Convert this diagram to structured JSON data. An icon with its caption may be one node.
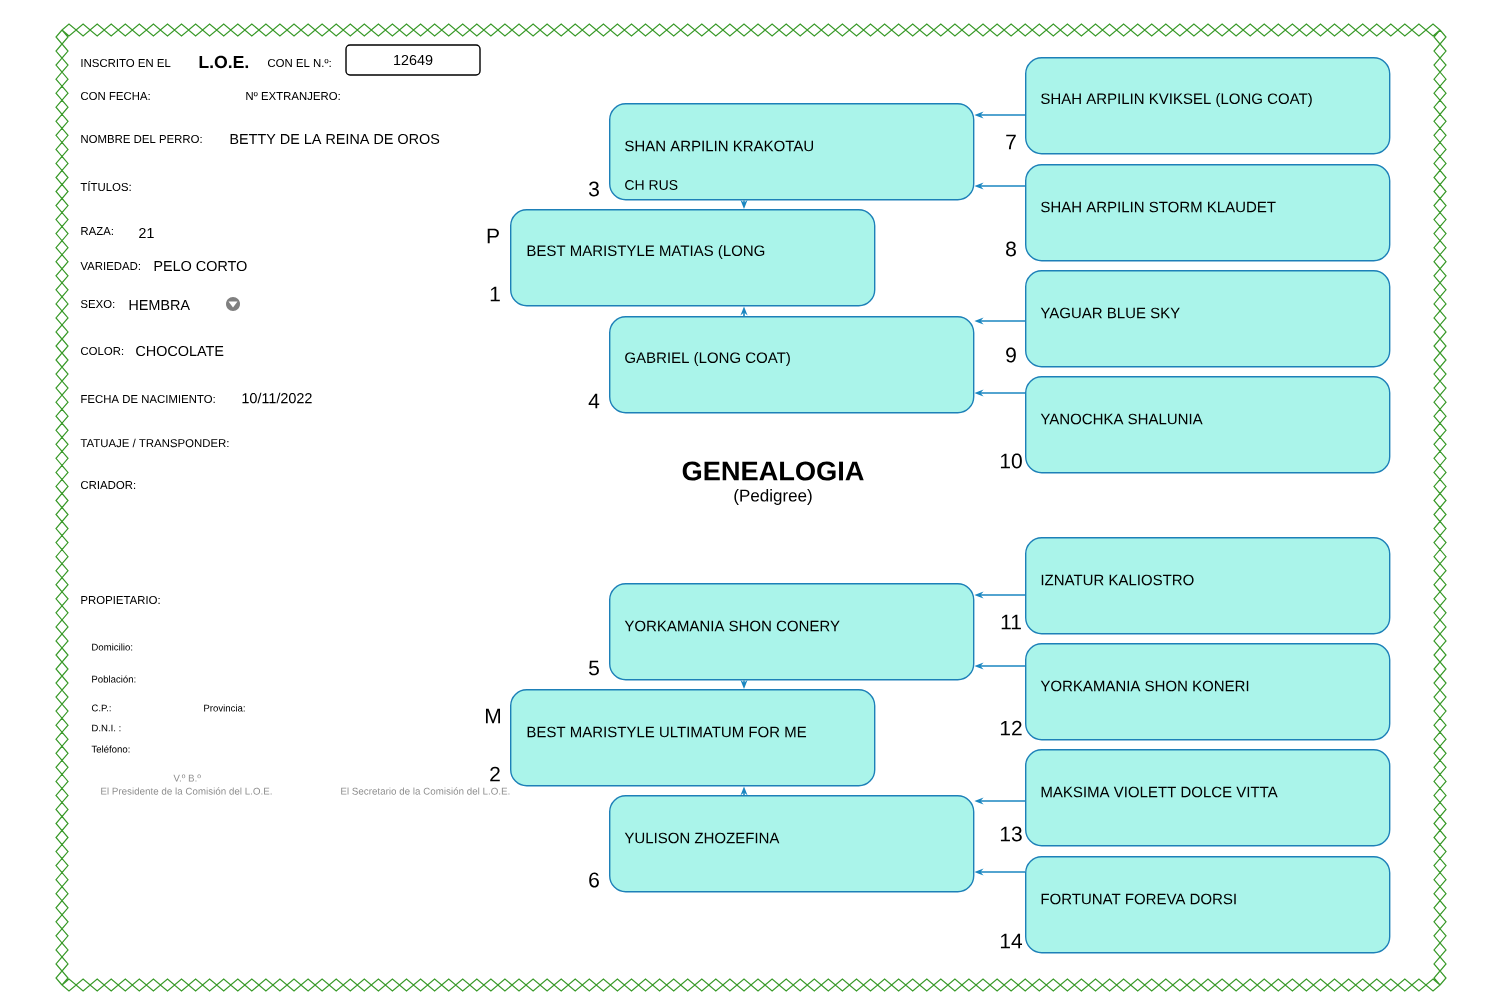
{
  "diagram": {
    "title": "GENEALOGIA",
    "nodes": [
      {
        "text": [
          "BEST MARISTYLE MATIAS (LONG"
        ],
        "beside": [
          "P",
          "1"
        ]
      },
      {
        "text": [
          "BEST MARISTYLE ULTIMATUM FOR ME"
        ],
        "beside": [
          "M",
          "2"
        ]
      },
      {
        "text": [
          "SHAN ARPILIN KRAKOTAU",
          "CH RUS"
        ],
        "beside": [
          "3"
        ]
      },
      {
        "text": [
          "GABRIEL (LONG COAT)"
        ],
        "beside": [
          "4"
        ]
      },
      {
        "text": [
          "YORKAMANIA SHON CONERY"
        ],
        "beside": [
          "5"
        ]
      },
      {
        "text": [
          "YULISON ZHOZEFINA"
        ],
        "beside": [
          "6"
        ]
      },
      {
        "text": [
          "SHAH ARPILIN KVIKSEL (LONG COAT)"
        ],
        "beside": [
          "7"
        ]
      },
      {
        "text": [
          "SHAH ARPILIN STORM KLAUDET"
        ],
        "beside": [
          "8"
        ]
      },
      {
        "text": [
          "YAGUAR BLUE SKY"
        ],
        "beside": [
          "9"
        ]
      },
      {
        "text": [
          "YANOCHKA SHALUNIA"
        ],
        "beside": [
          "10"
        ]
      },
      {
        "text": [
          "IZNATUR KALIOSTRO"
        ],
        "beside": [
          "11"
        ]
      },
      {
        "text": [
          "YORKAMANIA SHON KONERI"
        ],
        "beside": [
          "12"
        ]
      },
      {
        "text": [
          "MAKSIMA VIOLETT DOLCE VITTA"
        ],
        "beside": [
          "13"
        ]
      },
      {
        "text": [
          "FORTUNAT FOREVA DORSI"
        ],
        "beside": [
          "14"
        ]
      },
      {
        "text": [
          "12649"
        ]
      }
    ],
    "edges": [
      {
        "from": 2,
        "to": 0,
        "arrow": "to"
      },
      {
        "from": 3,
        "to": 0,
        "arrow": "to"
      },
      {
        "from": 4,
        "to": 1,
        "arrow": "to"
      },
      {
        "from": 5,
        "to": 1,
        "arrow": "to"
      },
      {
        "from": 6,
        "to": 2,
        "arrow": "to"
      },
      {
        "from": 7,
        "to": 2,
        "arrow": "to"
      },
      {
        "from": 8,
        "to": 3,
        "arrow": "to"
      },
      {
        "from": 9,
        "to": 3,
        "arrow": "to"
      },
      {
        "from": 10,
        "to": 4,
        "arrow": "to"
      },
      {
        "from": 11,
        "to": 4,
        "arrow": "to"
      },
      {
        "from": 12,
        "to": 5,
        "arrow": "to"
      },
      {
        "from": 13,
        "to": 5,
        "arrow": "to"
      }
    ],
    "labels": [
      "INSCRITO EN EL",
      "L.O.E.",
      "CON EL N.º:",
      "CON FECHA:",
      "Nº EXTRANJERO:",
      "NOMBRE DEL PERRO:",
      "BETTY DE LA REINA DE OROS",
      "TÍTULOS:",
      "RAZA:",
      "21",
      "VARIEDAD:",
      "PELO CORTO",
      "SEXO:",
      "HEMBRA",
      "COLOR:",
      "CHOCOLATE",
      "FECHA DE NACIMIENTO:",
      "10/11/2022",
      "TATUAJE / TRANSPONDER:",
      "CRIADOR:",
      "PROPIETARIO:",
      "Domicilio:",
      "Población:",
      "C.P.:",
      "Provincia:",
      "D.N.I. :",
      "Teléfono:",
      "V.º B.º",
      "El Presidente de la Comisión del L.O.E.",
      "El Secretario de la Comisión del L.O.E.",
      "(Pedigree)"
    ]
  }
}
